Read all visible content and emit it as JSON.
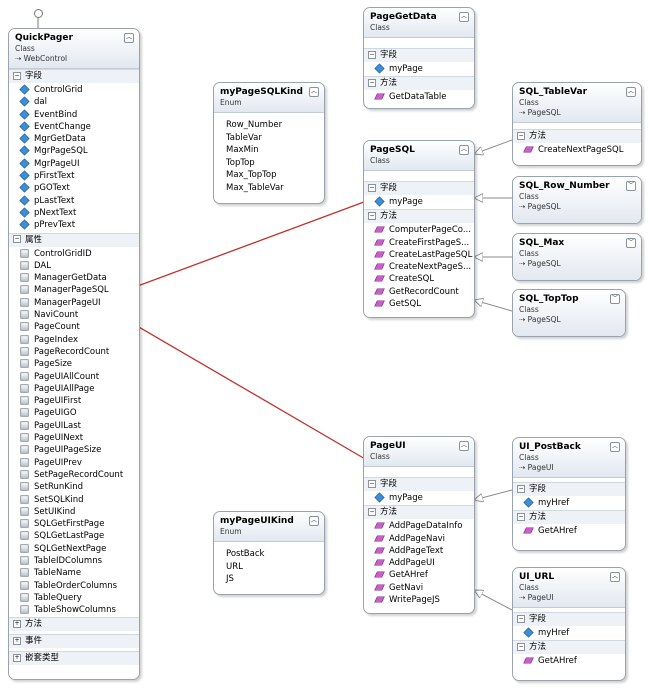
{
  "quickpager": {
    "title": "QuickPager",
    "kind": "Class",
    "base": "WebControl",
    "section_fields": "字段",
    "section_props": "属性",
    "section_methods": "方法",
    "section_events": "事件",
    "section_nested": "嵌套类型",
    "fields": [
      "ControlGrid",
      "dal",
      "EventBind",
      "EventChange",
      "MgrGetData",
      "MgrPageSQL",
      "MgrPageUI",
      "pFirstText",
      "pGOText",
      "pLastText",
      "pNextText",
      "pPrevText"
    ],
    "properties": [
      "ControlGridID",
      "DAL",
      "ManagerGetData",
      "ManagerPageSQL",
      "ManagerPageUI",
      "NaviCount",
      "PageCount",
      "PageIndex",
      "PageRecordCount",
      "PageSize",
      "PageUIAllCount",
      "PageUIAllPage",
      "PageUIFirst",
      "PageUIGO",
      "PageUILast",
      "PageUINext",
      "PageUIPageSize",
      "PageUIPrev",
      "SetPageRecordCount",
      "SetRunKind",
      "SetSQLKind",
      "SetUIKind",
      "SQLGetFirstPage",
      "SQLGetLastPage",
      "SQLGetNextPage",
      "TableIDColumns",
      "TableName",
      "TableOrderColumns",
      "TableQuery",
      "TableShowColumns"
    ]
  },
  "enum_sql": {
    "title": "myPageSQLKind",
    "kind": "Enum",
    "values": [
      "Row_Number",
      "TableVar",
      "MaxMin",
      "TopTop",
      "Max_TopTop",
      "Max_TableVar"
    ]
  },
  "enum_ui": {
    "title": "myPageUIKind",
    "kind": "Enum",
    "values": [
      "PostBack",
      "URL",
      "JS"
    ]
  },
  "getdata": {
    "title": "PageGetData",
    "kind": "Class",
    "section_fields": "字段",
    "section_methods": "方法",
    "fields": [
      "myPage"
    ],
    "methods": [
      "GetDataTable"
    ]
  },
  "pagesql": {
    "title": "PageSQL",
    "kind": "Class",
    "section_fields": "字段",
    "section_methods": "方法",
    "fields": [
      "myPage"
    ],
    "methods": [
      "ComputerPageCo...",
      "CreateFirstPageS...",
      "CreateLastPageSQL",
      "CreateNextPageS...",
      "CreateSQL",
      "GetRecordCount",
      "GetSQL"
    ]
  },
  "pageui": {
    "title": "PageUI",
    "kind": "Class",
    "section_fields": "字段",
    "section_methods": "方法",
    "fields": [
      "myPage"
    ],
    "methods": [
      "AddPageDataInfo",
      "AddPageNavi",
      "AddPageText",
      "AddPageUI",
      "GetAHref",
      "GetNavi",
      "WritePageJS"
    ]
  },
  "sql_tablevar": {
    "title": "SQL_TableVar",
    "kind": "Class",
    "base": "PageSQL",
    "section_methods": "方法",
    "methods": [
      "CreateNextPageSQL"
    ]
  },
  "sql_rownumber": {
    "title": "SQL_Row_Number",
    "kind": "Class",
    "base": "PageSQL"
  },
  "sql_max": {
    "title": "SQL_Max",
    "kind": "Class",
    "base": "PageSQL"
  },
  "sql_toptop": {
    "title": "SQL_TopTop",
    "kind": "Class",
    "base": "PageSQL"
  },
  "ui_postback": {
    "title": "UI_PostBack",
    "kind": "Class",
    "base": "PageUI",
    "section_fields": "字段",
    "section_methods": "方法",
    "fields": [
      "myHref"
    ],
    "methods": [
      "GetAHref"
    ]
  },
  "ui_url": {
    "title": "UI_URL",
    "kind": "Class",
    "base": "PageUI",
    "section_fields": "字段",
    "section_methods": "方法",
    "fields": [
      "myHref"
    ],
    "methods": [
      "GetAHref"
    ]
  },
  "colors": {
    "border": "#9aa3ad",
    "association": "#c0302a",
    "inheritance": "#8a8a8a",
    "field_icon": "#3d8ed8",
    "method_icon": "#c95fc9"
  }
}
